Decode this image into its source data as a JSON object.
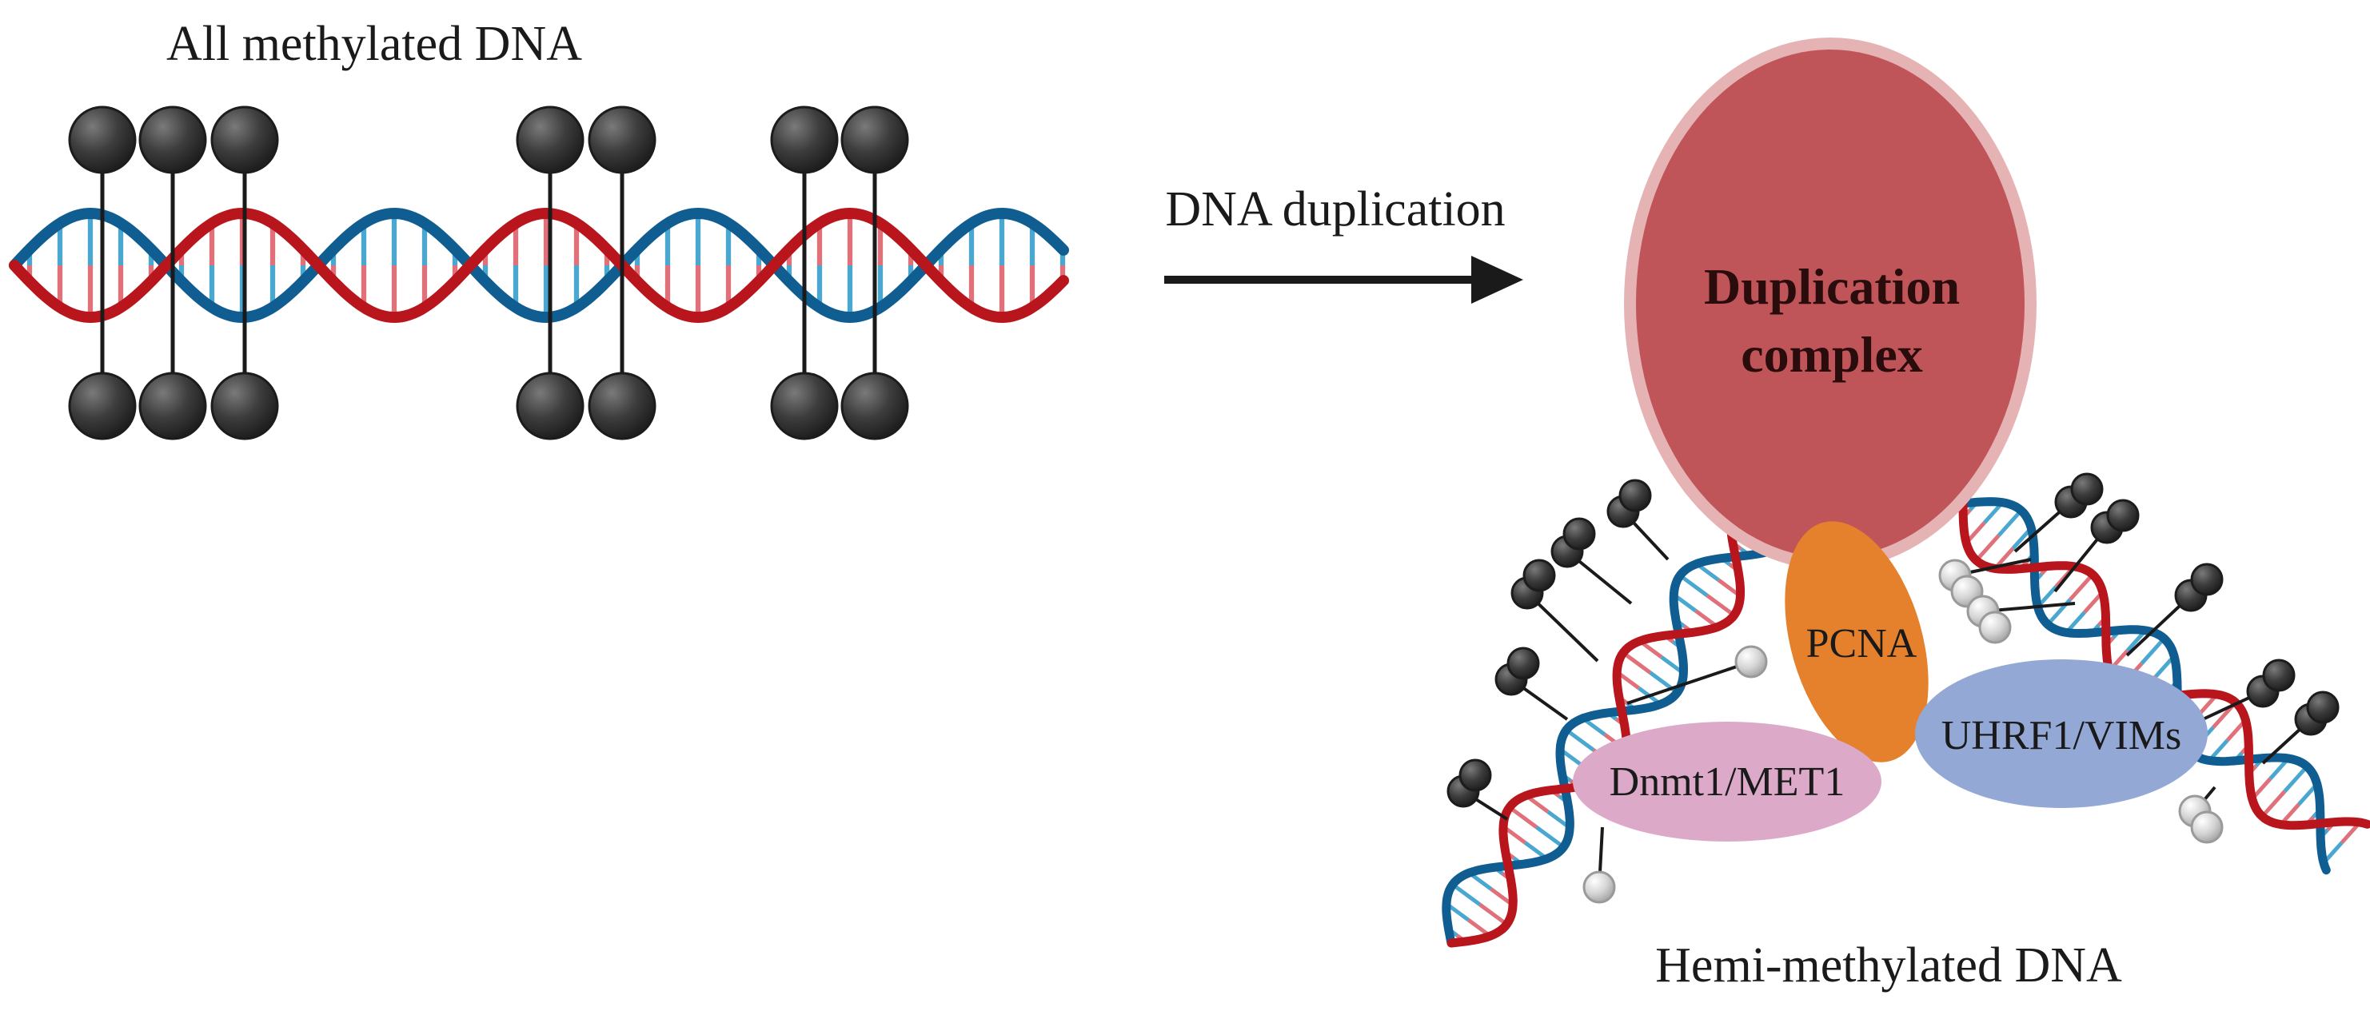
{
  "left_panel": {
    "title": "All methylated DNA"
  },
  "arrow": {
    "label": "DNA duplication"
  },
  "right_panel": {
    "complex_line1": "Duplication",
    "complex_line2": "complex",
    "pcna": "PCNA",
    "uhrf1": "UHRF1/VIMs",
    "dnmt1": "Dnmt1/MET1",
    "bottom_label": "Hemi-methylated DNA"
  },
  "colors": {
    "strand_red": "#b8161c",
    "strand_blue": "#0f5d91",
    "methyl_dark": "#3b3b3b",
    "methyl_light": "#d2d2d2",
    "complex_fill": "#c05559",
    "complex_ring": "#e6b3b4",
    "pcna_fill": "#e5812d",
    "uhrf1_fill": "#94a8d6",
    "dnmt1_fill": "#dcaac8"
  }
}
